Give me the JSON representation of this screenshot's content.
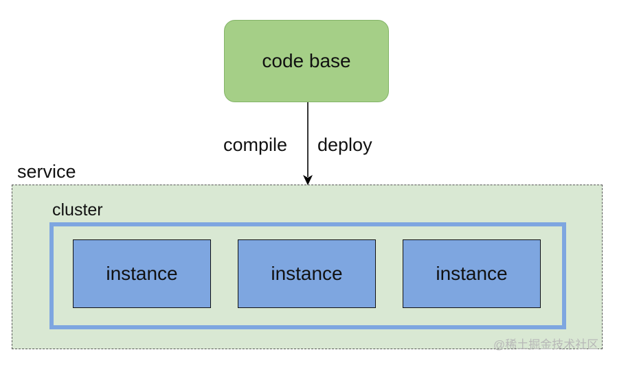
{
  "diagram": {
    "source_node": {
      "label": "code base"
    },
    "edge": {
      "labels": [
        "compile",
        "deploy"
      ]
    },
    "service": {
      "label": "service"
    },
    "cluster": {
      "label": "cluster"
    },
    "instances": [
      {
        "label": "instance"
      },
      {
        "label": "instance"
      },
      {
        "label": "instance"
      }
    ],
    "colors": {
      "source_fill": "#a5cf87",
      "service_fill": "#d9e8d3",
      "cluster_border": "#7ea6e0",
      "instance_fill": "#7ea6e0"
    }
  },
  "watermark": "@稀土掘金技术社区"
}
